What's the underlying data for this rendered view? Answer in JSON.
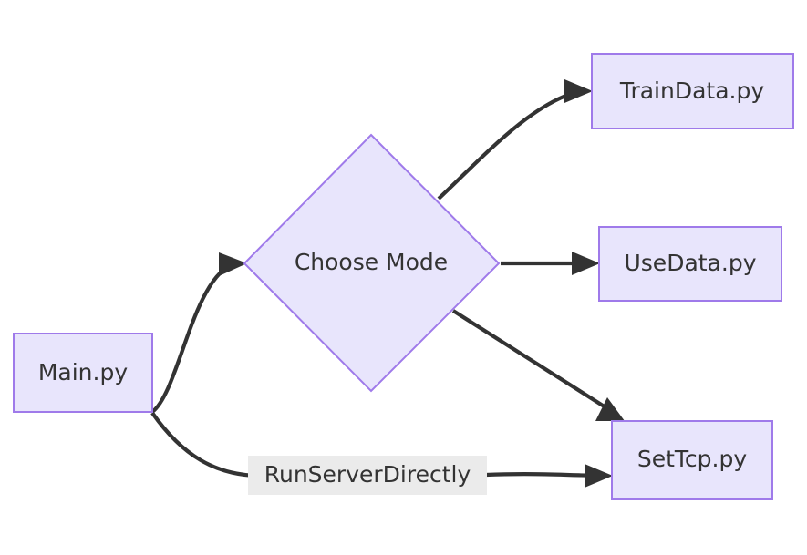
{
  "diagram": {
    "type": "flowchart",
    "direction": "left-to-right",
    "title": "",
    "theme": {
      "node_fill": "#e8e5fc",
      "node_stroke": "#9f7aea",
      "edge_color": "#333333",
      "text_color": "#333333",
      "edge_label_background": "#ebebeb",
      "canvas_background": "#ffffff"
    },
    "nodes": [
      {
        "id": "main",
        "label": "Main.py",
        "shape": "rect"
      },
      {
        "id": "choose",
        "label": "Choose Mode",
        "shape": "diamond"
      },
      {
        "id": "train",
        "label": "TrainData.py",
        "shape": "rect"
      },
      {
        "id": "use",
        "label": "UseData.py",
        "shape": "rect"
      },
      {
        "id": "settcp",
        "label": "SetTcp.py",
        "shape": "rect"
      }
    ],
    "edges": [
      {
        "id": "e1",
        "from": "main",
        "to": "choose",
        "label": ""
      },
      {
        "id": "e2",
        "from": "choose",
        "to": "train",
        "label": ""
      },
      {
        "id": "e3",
        "from": "choose",
        "to": "use",
        "label": ""
      },
      {
        "id": "e4",
        "from": "choose",
        "to": "settcp",
        "label": ""
      },
      {
        "id": "e5",
        "from": "main",
        "to": "settcp",
        "label": "RunServerDirectly"
      }
    ]
  }
}
